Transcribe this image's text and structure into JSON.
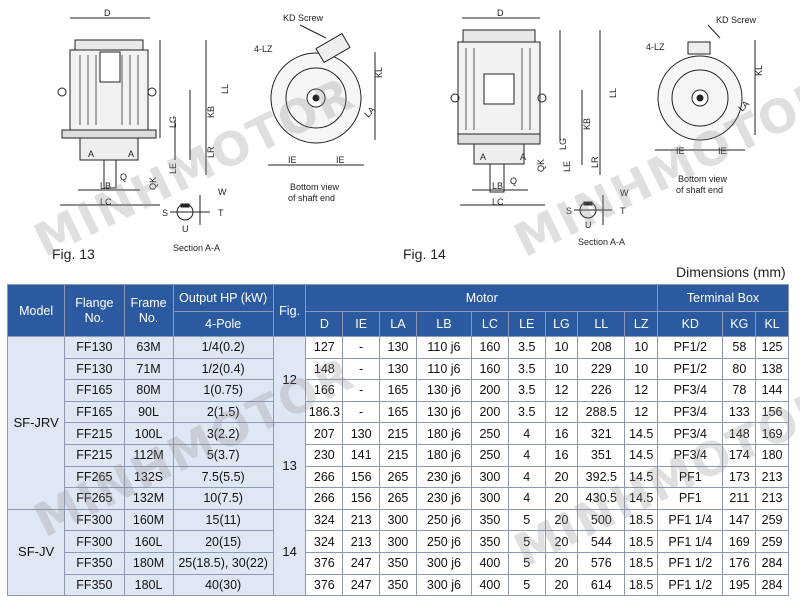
{
  "title": "Dimensions (mm)",
  "figures": {
    "fig13": {
      "caption": "Fig. 13",
      "section_label": "Section A-A",
      "bottom_view_label": "Bottom view of shaft end",
      "callouts": [
        "D",
        "KD Screw",
        "4-LZ",
        "KL",
        "LL",
        "KB",
        "LG",
        "LR",
        "LA",
        "IE",
        "A",
        "LB",
        "LC",
        "Q",
        "QK",
        "LE",
        "S",
        "U",
        "T",
        "W"
      ]
    },
    "fig14": {
      "caption": "Fig. 14",
      "section_label": "Section A-A",
      "bottom_view_label": "Bottom view of shaft end",
      "callouts": [
        "D",
        "KD Screw",
        "4-LZ",
        "KL",
        "LL",
        "KB",
        "LG",
        "LR",
        "LA",
        "IE",
        "A",
        "LB",
        "LC",
        "Q",
        "QK",
        "LE",
        "S",
        "U",
        "T",
        "W"
      ]
    }
  },
  "watermark": "MINHMOTOR",
  "table": {
    "headers": {
      "model": "Model",
      "flange": "Flange No.",
      "frame": "Frame No.",
      "output": "Output HP (kW)",
      "pole": "4-Pole",
      "fig": "Fig.",
      "motor": "Motor",
      "terminal": "Terminal Box",
      "motor_cols": [
        "D",
        "IE",
        "LA",
        "LB",
        "LC",
        "LE",
        "LG",
        "LL",
        "LZ"
      ],
      "terminal_cols": [
        "KD",
        "KG",
        "KL"
      ]
    },
    "models": [
      "SF-JRV",
      "SF-JV"
    ],
    "figs": [
      "12",
      "13",
      "14"
    ],
    "rows": [
      {
        "flange": "FF130",
        "frame": "63M",
        "output": "1/4(0.2)",
        "D": "127",
        "IE": "-",
        "LA": "130",
        "LB": "110 j6",
        "LC": "160",
        "LE": "3.5",
        "LG": "10",
        "LL": "208",
        "LZ": "10",
        "KD": "PF1/2",
        "KG": "58",
        "KL": "125"
      },
      {
        "flange": "FF130",
        "frame": "71M",
        "output": "1/2(0.4)",
        "D": "148",
        "IE": "-",
        "LA": "130",
        "LB": "110 j6",
        "LC": "160",
        "LE": "3.5",
        "LG": "10",
        "LL": "229",
        "LZ": "10",
        "KD": "PF1/2",
        "KG": "80",
        "KL": "138"
      },
      {
        "flange": "FF165",
        "frame": "80M",
        "output": "1(0.75)",
        "D": "166",
        "IE": "-",
        "LA": "165",
        "LB": "130 j6",
        "LC": "200",
        "LE": "3.5",
        "LG": "12",
        "LL": "226",
        "LZ": "12",
        "KD": "PF3/4",
        "KG": "78",
        "KL": "144"
      },
      {
        "flange": "FF165",
        "frame": "90L",
        "output": "2(1.5)",
        "D": "186.3",
        "IE": "-",
        "LA": "165",
        "LB": "130 j6",
        "LC": "200",
        "LE": "3.5",
        "LG": "12",
        "LL": "288.5",
        "LZ": "12",
        "KD": "PF3/4",
        "KG": "133",
        "KL": "156"
      },
      {
        "flange": "FF215",
        "frame": "100L",
        "output": "3(2.2)",
        "D": "207",
        "IE": "130",
        "LA": "215",
        "LB": "180 j6",
        "LC": "250",
        "LE": "4",
        "LG": "16",
        "LL": "321",
        "LZ": "14.5",
        "KD": "PF3/4",
        "KG": "148",
        "KL": "169"
      },
      {
        "flange": "FF215",
        "frame": "112M",
        "output": "5(3.7)",
        "D": "230",
        "IE": "141",
        "LA": "215",
        "LB": "180 j6",
        "LC": "250",
        "LE": "4",
        "LG": "16",
        "LL": "351",
        "LZ": "14.5",
        "KD": "PF3/4",
        "KG": "174",
        "KL": "180"
      },
      {
        "flange": "FF265",
        "frame": "132S",
        "output": "7.5(5.5)",
        "D": "266",
        "IE": "156",
        "LA": "265",
        "LB": "230 j6",
        "LC": "300",
        "LE": "4",
        "LG": "20",
        "LL": "392.5",
        "LZ": "14.5",
        "KD": "PF1",
        "KG": "173",
        "KL": "213"
      },
      {
        "flange": "FF265",
        "frame": "132M",
        "output": "10(7.5)",
        "D": "266",
        "IE": "156",
        "LA": "265",
        "LB": "230 j6",
        "LC": "300",
        "LE": "4",
        "LG": "20",
        "LL": "430.5",
        "LZ": "14.5",
        "KD": "PF1",
        "KG": "211",
        "KL": "213"
      },
      {
        "flange": "FF300",
        "frame": "160M",
        "output": "15(11)",
        "D": "324",
        "IE": "213",
        "LA": "300",
        "LB": "250 j6",
        "LC": "350",
        "LE": "5",
        "LG": "20",
        "LL": "500",
        "LZ": "18.5",
        "KD": "PF1 1/4",
        "KG": "147",
        "KL": "259"
      },
      {
        "flange": "FF300",
        "frame": "160L",
        "output": "20(15)",
        "D": "324",
        "IE": "213",
        "LA": "300",
        "LB": "250 j6",
        "LC": "350",
        "LE": "5",
        "LG": "20",
        "LL": "544",
        "LZ": "18.5",
        "KD": "PF1 1/4",
        "KG": "169",
        "KL": "259"
      },
      {
        "flange": "FF350",
        "frame": "180M",
        "output": "25(18.5), 30(22)",
        "D": "376",
        "IE": "247",
        "LA": "350",
        "LB": "300 j6",
        "LC": "400",
        "LE": "5",
        "LG": "20",
        "LL": "576",
        "LZ": "18.5",
        "KD": "PF1 1/2",
        "KG": "176",
        "KL": "284"
      },
      {
        "flange": "FF350",
        "frame": "180L",
        "output": "40(30)",
        "D": "376",
        "IE": "247",
        "LA": "350",
        "LB": "300 j6",
        "LC": "400",
        "LE": "5",
        "LG": "20",
        "LL": "614",
        "LZ": "18.5",
        "KD": "PF1 1/2",
        "KG": "195",
        "KL": "284"
      }
    ]
  }
}
